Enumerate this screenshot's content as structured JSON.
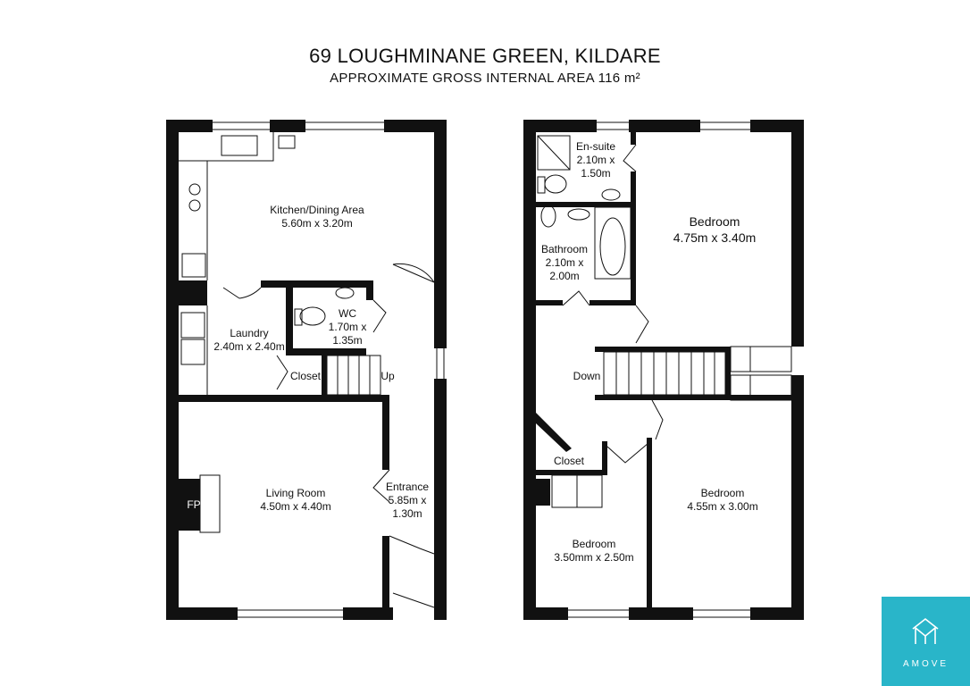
{
  "header": {
    "title": "69 LOUGHMINANE GREEN, KILDARE",
    "subtitle": "APPROXIMATE GROSS INTERNAL AREA 116 m²"
  },
  "ground_floor": {
    "kitchen": {
      "name": "Kitchen/Dining Area",
      "size": "5.60m x 3.20m"
    },
    "laundry": {
      "name": "Laundry",
      "size": "2.40m x 2.40m"
    },
    "wc": {
      "name": "WC",
      "size_line1": "1.70m x",
      "size_line2": "1.35m"
    },
    "closet": "Closet",
    "stairs_up": "Up",
    "living": {
      "name": "Living Room",
      "size": "4.50m x 4.40m"
    },
    "fireplace": "FP",
    "entrance": {
      "name": "Entrance",
      "size_line1": "5.85m x",
      "size_line2": "1.30m"
    }
  },
  "first_floor": {
    "ensuite": {
      "name": "En-suite",
      "size_line1": "2.10m x",
      "size_line2": "1.50m"
    },
    "bathroom": {
      "name": "Bathroom",
      "size_line1": "2.10m x",
      "size_line2": "2.00m"
    },
    "bedroom_main": {
      "name": "Bedroom",
      "size": "4.75m x 3.40m"
    },
    "stairs_down": "Down",
    "closet": "Closet",
    "bedroom_small": {
      "name": "Bedroom",
      "size": "3.50mm x 2.50m"
    },
    "bedroom_right": {
      "name": "Bedroom",
      "size": "4.55m x 3.00m"
    }
  },
  "logo": {
    "text": "AMOVE",
    "color": "#29b5c9"
  }
}
